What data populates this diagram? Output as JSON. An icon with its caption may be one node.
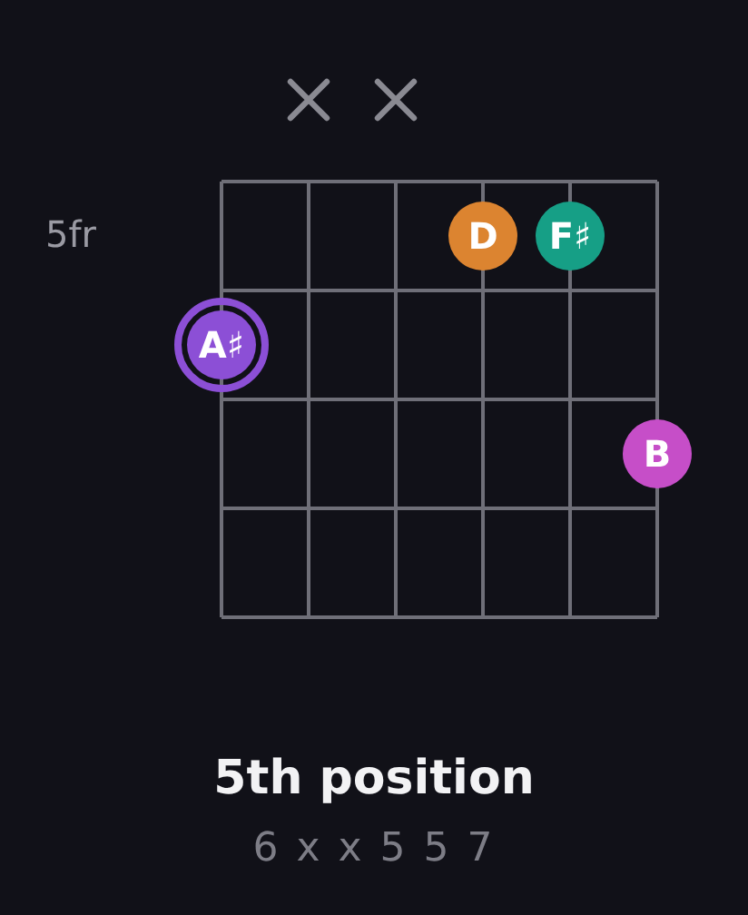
{
  "diagram": {
    "title": "5th position",
    "caption": "6 x x 5 5 7",
    "nodes": [
      {
        "text": [
          "D"
        ]
      },
      {
        "text": [
          "F♯"
        ]
      },
      {
        "text": [
          "A♯"
        ]
      },
      {
        "text": [
          "B"
        ]
      }
    ],
    "labels": [
      "5fr"
    ]
  }
}
